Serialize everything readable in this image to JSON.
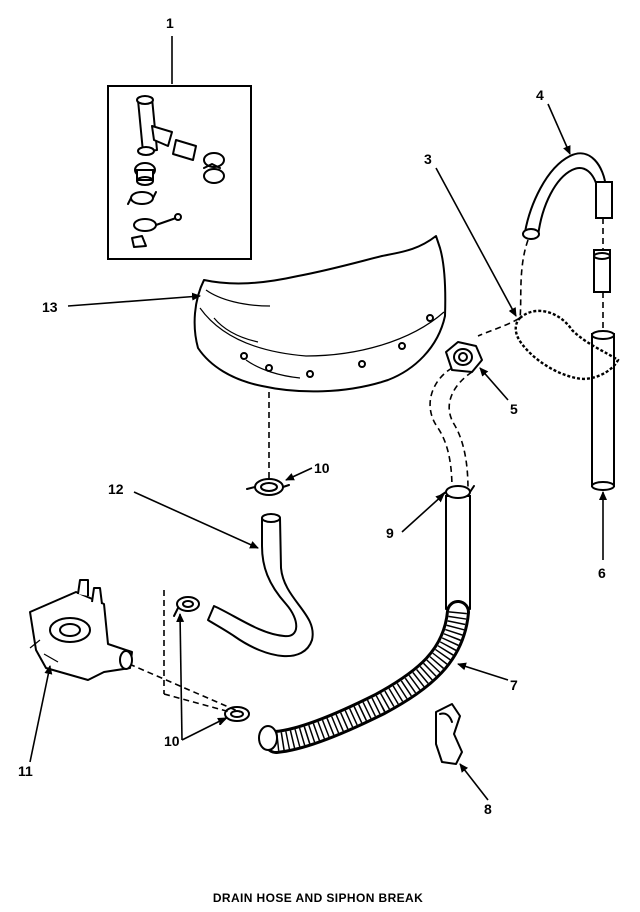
{
  "diagram": {
    "caption": "DRAIN HOSE AND SIPHON BREAK",
    "callouts": {
      "c1": "1",
      "c3": "3",
      "c4": "4",
      "c5": "5",
      "c6": "6",
      "c7": "7",
      "c8": "8",
      "c9": "9",
      "c10a": "10",
      "c10b": "10",
      "c11": "11",
      "c12": "12",
      "c13": "13"
    }
  }
}
